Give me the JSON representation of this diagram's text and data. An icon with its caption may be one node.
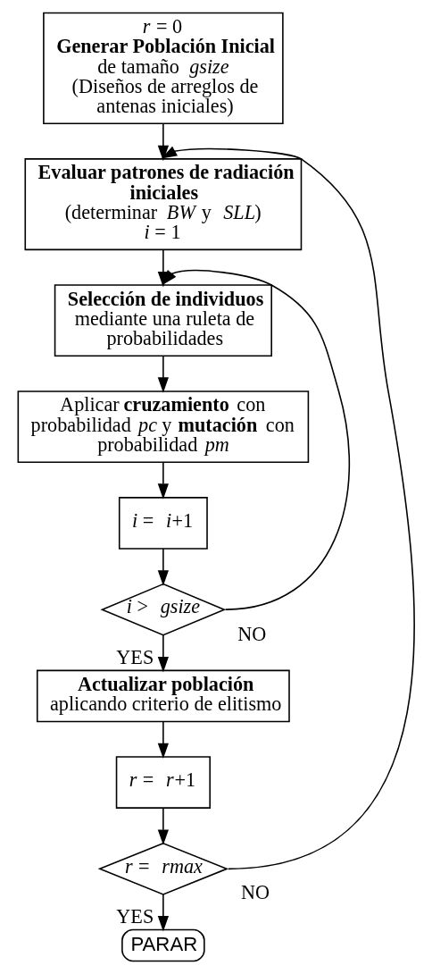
{
  "diagram": {
    "nodes": [
      {
        "text": [
          "*r* = 0",
          "**Generar Población Inicial**",
          "de tamaño *gsize*",
          "(Diseños de arreglos de antenas iniciales)"
        ]
      },
      {
        "text": [
          "**Evaluar patrones de radiación iniciales**",
          "(determinar *BW* y *SLL*)",
          "*i* = 1"
        ]
      },
      {
        "text": [
          "**Selección de individuos**",
          "mediante una ruleta de probabilidades"
        ]
      },
      {
        "text": [
          "Aplicar **cruzamiento** con probabilidad *pc* y **mutación** con probabilidad *pm*"
        ]
      },
      {
        "text": [
          "*i* = *i*+1"
        ]
      },
      {
        "text": [
          "*i* > *gsize*"
        ]
      },
      {
        "text": [
          "**Actualizar población**",
          "aplicando criterio de elitismo"
        ]
      },
      {
        "text": [
          "*r* = *r*+1"
        ]
      },
      {
        "text": [
          "*r* = *rmax*"
        ]
      },
      {
        "text": [
          "PARAR"
        ]
      }
    ],
    "edges": [
      {
        "from": 0,
        "to": 1,
        "arrow": "to"
      },
      {
        "from": 1,
        "to": 2,
        "arrow": "to"
      },
      {
        "from": 2,
        "to": 3,
        "arrow": "to"
      },
      {
        "from": 3,
        "to": 4,
        "arrow": "to"
      },
      {
        "from": 4,
        "to": 5,
        "arrow": "to"
      },
      {
        "from": 5,
        "to": 2,
        "arrow": "to",
        "label": "NO"
      },
      {
        "from": 5,
        "to": 6,
        "arrow": "to",
        "label": "YES"
      },
      {
        "from": 6,
        "to": 7,
        "arrow": "to"
      },
      {
        "from": 7,
        "to": 8,
        "arrow": "to"
      },
      {
        "from": 8,
        "to": 1,
        "arrow": "to",
        "label": "NO"
      },
      {
        "from": 8,
        "to": 9,
        "arrow": "to",
        "label": "YES"
      }
    ]
  }
}
